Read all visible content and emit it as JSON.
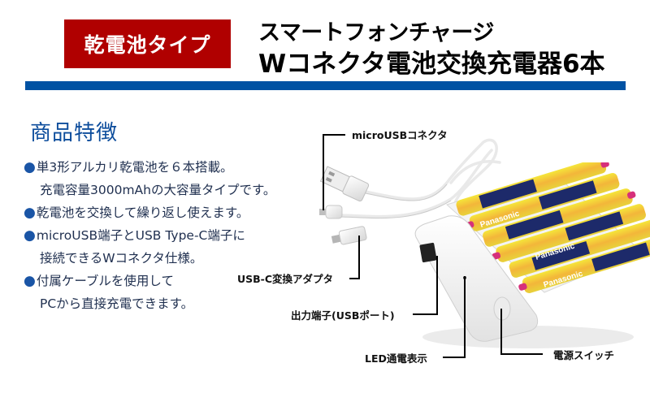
{
  "header": {
    "badge_label": "乾電池タイプ",
    "title_line1": "スマートフォンチャージ",
    "title_line2": "Wコネクタ電池交換充電器6本",
    "colors": {
      "badge": "#b00000",
      "bar": "#0152a3"
    }
  },
  "features": {
    "heading": "商品特徴",
    "bullet_glyph": "●",
    "items": [
      {
        "line1": "単3形アルカリ乾電池を６本搭載。",
        "line2": "充電容量3000mAhの大容量タイプです。"
      },
      {
        "line1": "乾電池を交換して繰り返し使えます。",
        "line2": ""
      },
      {
        "line1": "microUSB端子とUSB Type-C端子に",
        "line2": "接続できるWコネクタ仕様。"
      },
      {
        "line1": "付属ケーブルを使用して",
        "line2": "PCから直接充電できます。"
      }
    ]
  },
  "callouts": {
    "micro_usb": "microUSBコネクタ",
    "usb_c_adapter": "USB-C変換アダプタ",
    "output_port": "出力端子(USBポート)",
    "led": "LED通電表示",
    "power_switch": "電源スイッチ"
  },
  "product": {
    "battery_brand": "Panasonic",
    "battery_type": "アルカリ",
    "battery_count": 6
  }
}
